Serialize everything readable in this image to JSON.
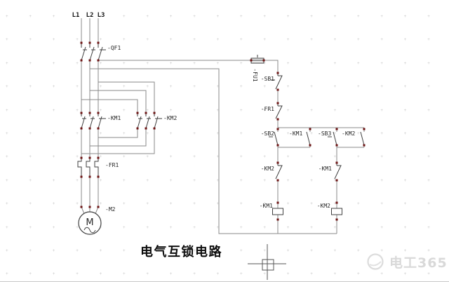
{
  "title": "电气互锁电路",
  "watermark": {
    "brand": "电工365"
  },
  "phase_labels": {
    "l1": "L1",
    "l2": "L2",
    "l3": "L3"
  },
  "main_circuit": {
    "breaker": "-QF1",
    "contactor_forward": "-KM1",
    "contactor_reverse": "-KM2",
    "overload_relay": "-FR1",
    "motor": "-M2",
    "motor_letter": "M"
  },
  "control_circuit": {
    "fuse": "-FU1",
    "stop_button": "-SB1",
    "overload_contact": "-FR1",
    "start_button_fwd": "-SB2",
    "seal_in_fwd": "-KM1",
    "start_button_rev": "-SB3",
    "seal_in_rev": "-KM2",
    "interlock_fwd_branch": "-KM2",
    "interlock_rev_branch": "-KM1",
    "coil_fwd": "-KM1",
    "coil_rev": "-KM2"
  },
  "colors": {
    "wire": "#8a8a8a",
    "symbol": "#3f3f3f",
    "terminal": "#6d1313",
    "grid": "#cbcbcb",
    "watermark": "#d9d9d9"
  }
}
